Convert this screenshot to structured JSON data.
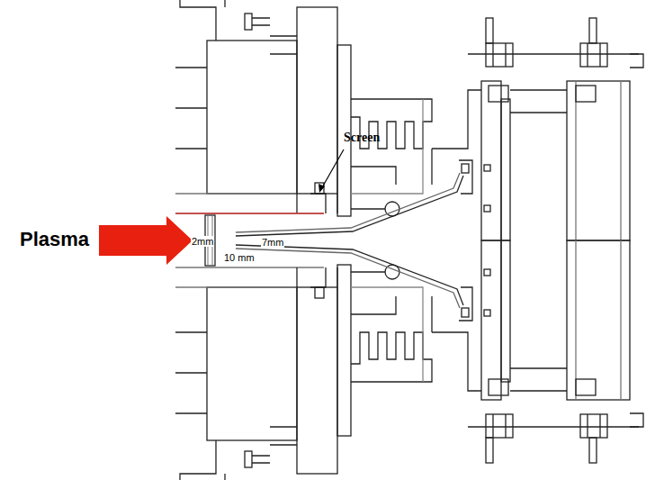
{
  "diagram": {
    "labels": [
      "Plasma",
      "Screen",
      "2mm",
      "7mm",
      "10 mm"
    ]
  }
}
